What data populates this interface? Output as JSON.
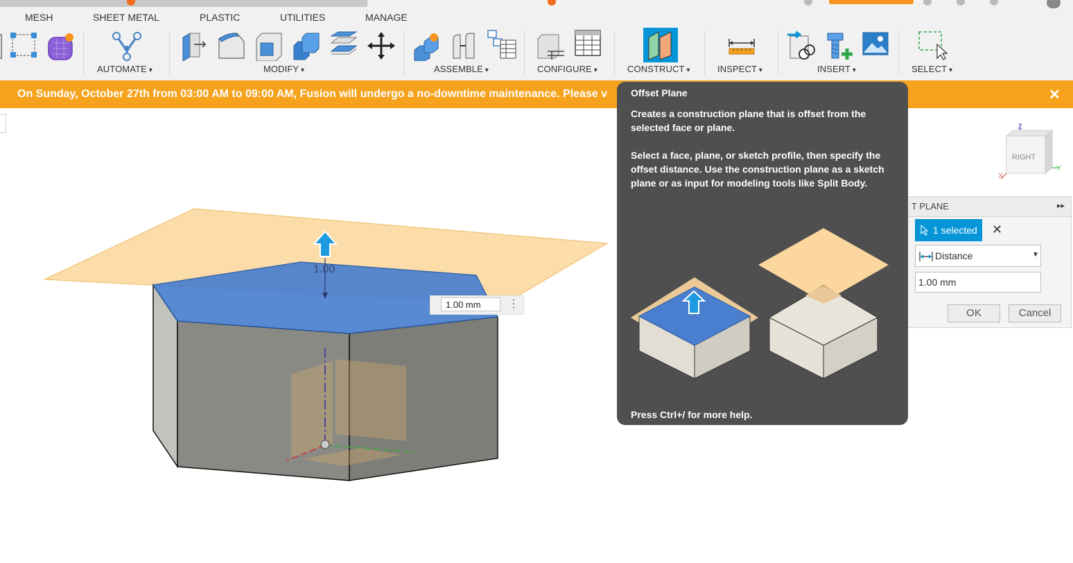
{
  "tabs": [
    "MESH",
    "SHEET METAL",
    "PLASTIC",
    "UTILITIES",
    "MANAGE"
  ],
  "toolbar_groups": {
    "automate": "AUTOMATE",
    "modify": "MODIFY",
    "assemble": "ASSEMBLE",
    "configure": "CONFIGURE",
    "construct": "CONSTRUCT",
    "inspect": "INSPECT",
    "insert": "INSERT",
    "select": "SELECT"
  },
  "banner": {
    "text": "On Sunday, October 27th from 03:00 AM to 09:00 AM, Fusion will undergo a no-downtime maintenance. Please v",
    "close": "✕"
  },
  "viewport": {
    "dimension_label": "1.00",
    "dimension_input": "1.00 mm",
    "kebab": "⋮"
  },
  "viewcube": {
    "face": "RIGHT",
    "axis_z": "Z",
    "axis_x": "X",
    "axis_y": "Y"
  },
  "tooltip": {
    "title": "Offset Plane",
    "para1": "Creates a construction plane that is offset from the selected face or plane.",
    "para2": "Select a face, plane, or sketch profile, then specify the offset distance. Use the construction plane as a sketch plane or as input for modeling tools like Split Body.",
    "footer": "Press Ctrl+/ for more help."
  },
  "command_panel": {
    "title": "T PLANE",
    "expand": "▸▸",
    "selection": "1 selected",
    "clear": "✕",
    "type": "Distance",
    "distance": "1.00 mm",
    "ok": "OK",
    "cancel": "Cancel"
  },
  "colors": {
    "banner": "#f7a21c",
    "accent": "#0696d7",
    "plane": "#fbd9a0",
    "face": "#4a7fd0",
    "tooltip_bg": "#4f4f4f"
  },
  "icons": [
    "solid-icon",
    "sketch-icon",
    "create-form-icon",
    "automate-icon",
    "press-pull-icon",
    "fillet-icon",
    "shell-icon",
    "combine-icon",
    "split-body-icon",
    "move-icon",
    "new-component-icon",
    "joint-icon",
    "bom-icon",
    "configure-icon",
    "table-icon",
    "offset-plane-icon",
    "measure-icon",
    "insert-derive-icon",
    "insert-fastener-icon",
    "insert-canvas-icon",
    "window-select-icon"
  ]
}
